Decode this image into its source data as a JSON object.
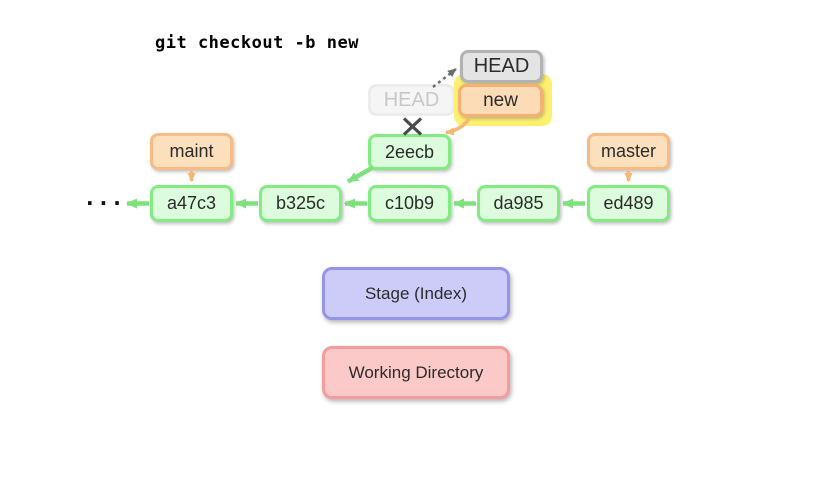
{
  "title": "git checkout -b new",
  "head": {
    "current_label": "HEAD",
    "old_label": "HEAD",
    "new_branch_label": "new"
  },
  "branches": {
    "maint_label": "maint",
    "master_label": "master"
  },
  "commits": [
    {
      "id": "a47c3"
    },
    {
      "id": "b325c"
    },
    {
      "id": "c10b9"
    },
    {
      "id": "da985"
    },
    {
      "id": "ed489"
    }
  ],
  "side_commit": {
    "id": "2eecb"
  },
  "ellipsis": "...",
  "areas": {
    "stage_label": "Stage (Index)",
    "working_label": "Working Directory"
  },
  "colors": {
    "commit_border": "#82ec82",
    "commit_fill": "#ddfbdd",
    "commit_arrow": "#7de27d",
    "branch_border": "#f6bc86",
    "branch_fill": "#fce0bd",
    "branch_arrow": "#f7b76f",
    "head_border": "#b3b3b3",
    "head_fill": "#e4e4e4",
    "faded_text": "#c8c8c8",
    "highlight_yellow": "#fdf06e",
    "stage_border": "#9595ec",
    "stage_fill": "#cdccf9",
    "working_border": "#f59c9c",
    "working_fill": "#fcc9c9",
    "dashed_arrow_gray": "#6e6e6e"
  }
}
